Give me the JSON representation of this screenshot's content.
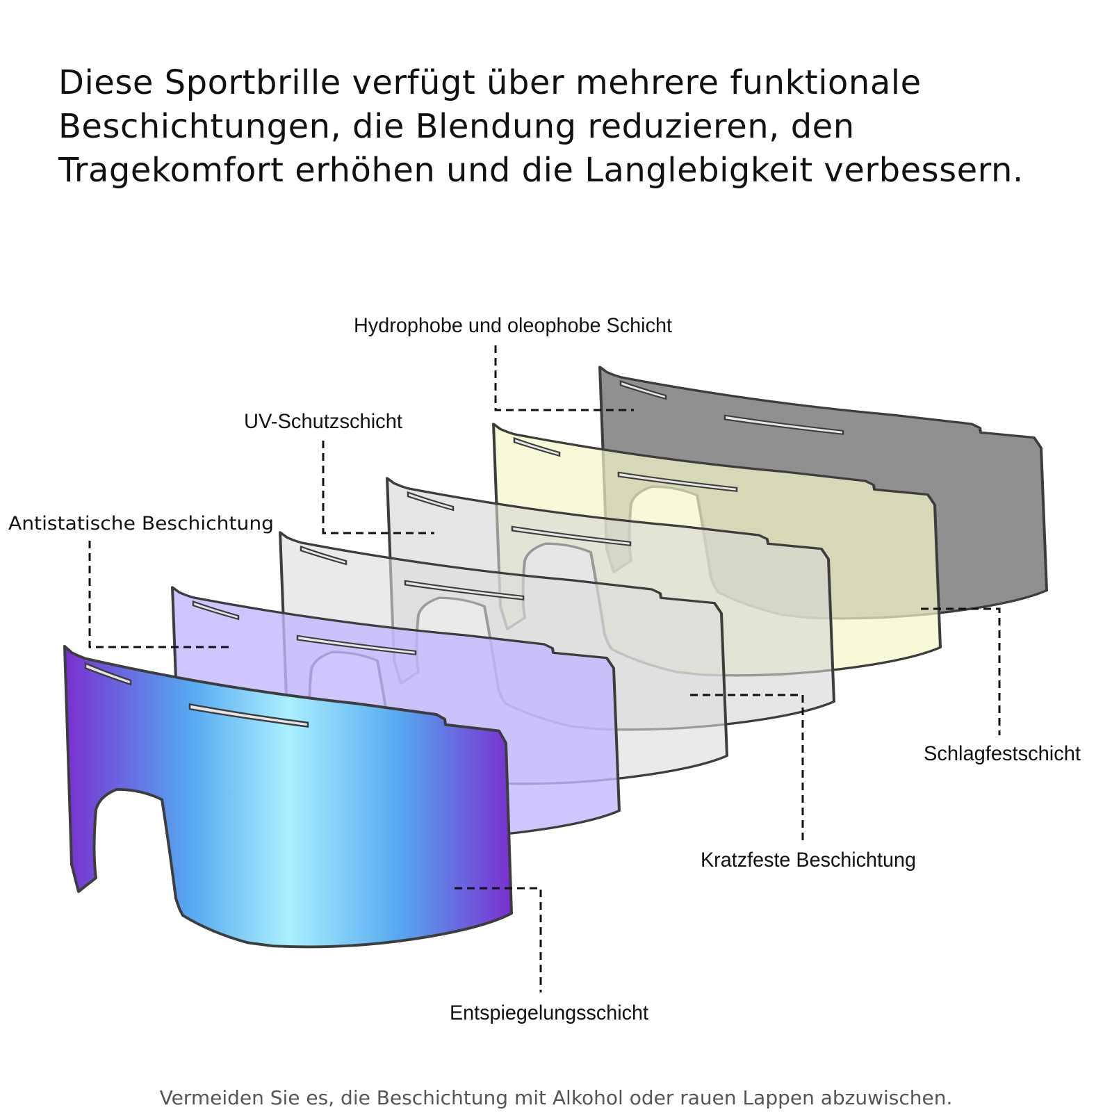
{
  "headline": {
    "line1": "Diese Sportbrille verfügt über mehrere funktionale",
    "line2": "Beschichtungen, die Blendung reduzieren, den",
    "line3": "Tragekomfort erhöhen und die Langlebigkeit verbessern."
  },
  "layers": {
    "hydrophobic": "Hydrophobe und oleophobe Schicht",
    "uv": "UV-Schutzschicht",
    "antistatic": "Antistatische Beschichtung",
    "impact": "Schlagfestschicht",
    "scratch": "Kratzfeste Beschichtung",
    "antireflective": "Entspiegelungsschicht"
  },
  "lens_colors": {
    "impact_layer": "#7d7d7d",
    "hydrophobic_layer": "#f4f6c8",
    "scratch_layer": "#d6d6d6",
    "uv_layer": "#dcdcdc",
    "antistatic_layer": "#c4b8ff",
    "antireflective_gradient": [
      "#7a2fd0",
      "#55a8f0",
      "#aaf0ff",
      "#55a8f0",
      "#7a2fd0"
    ]
  },
  "footer": {
    "note": "Vermeiden Sie es, die Beschichtung mit Alkohol oder rauen Lappen abzuwischen."
  }
}
